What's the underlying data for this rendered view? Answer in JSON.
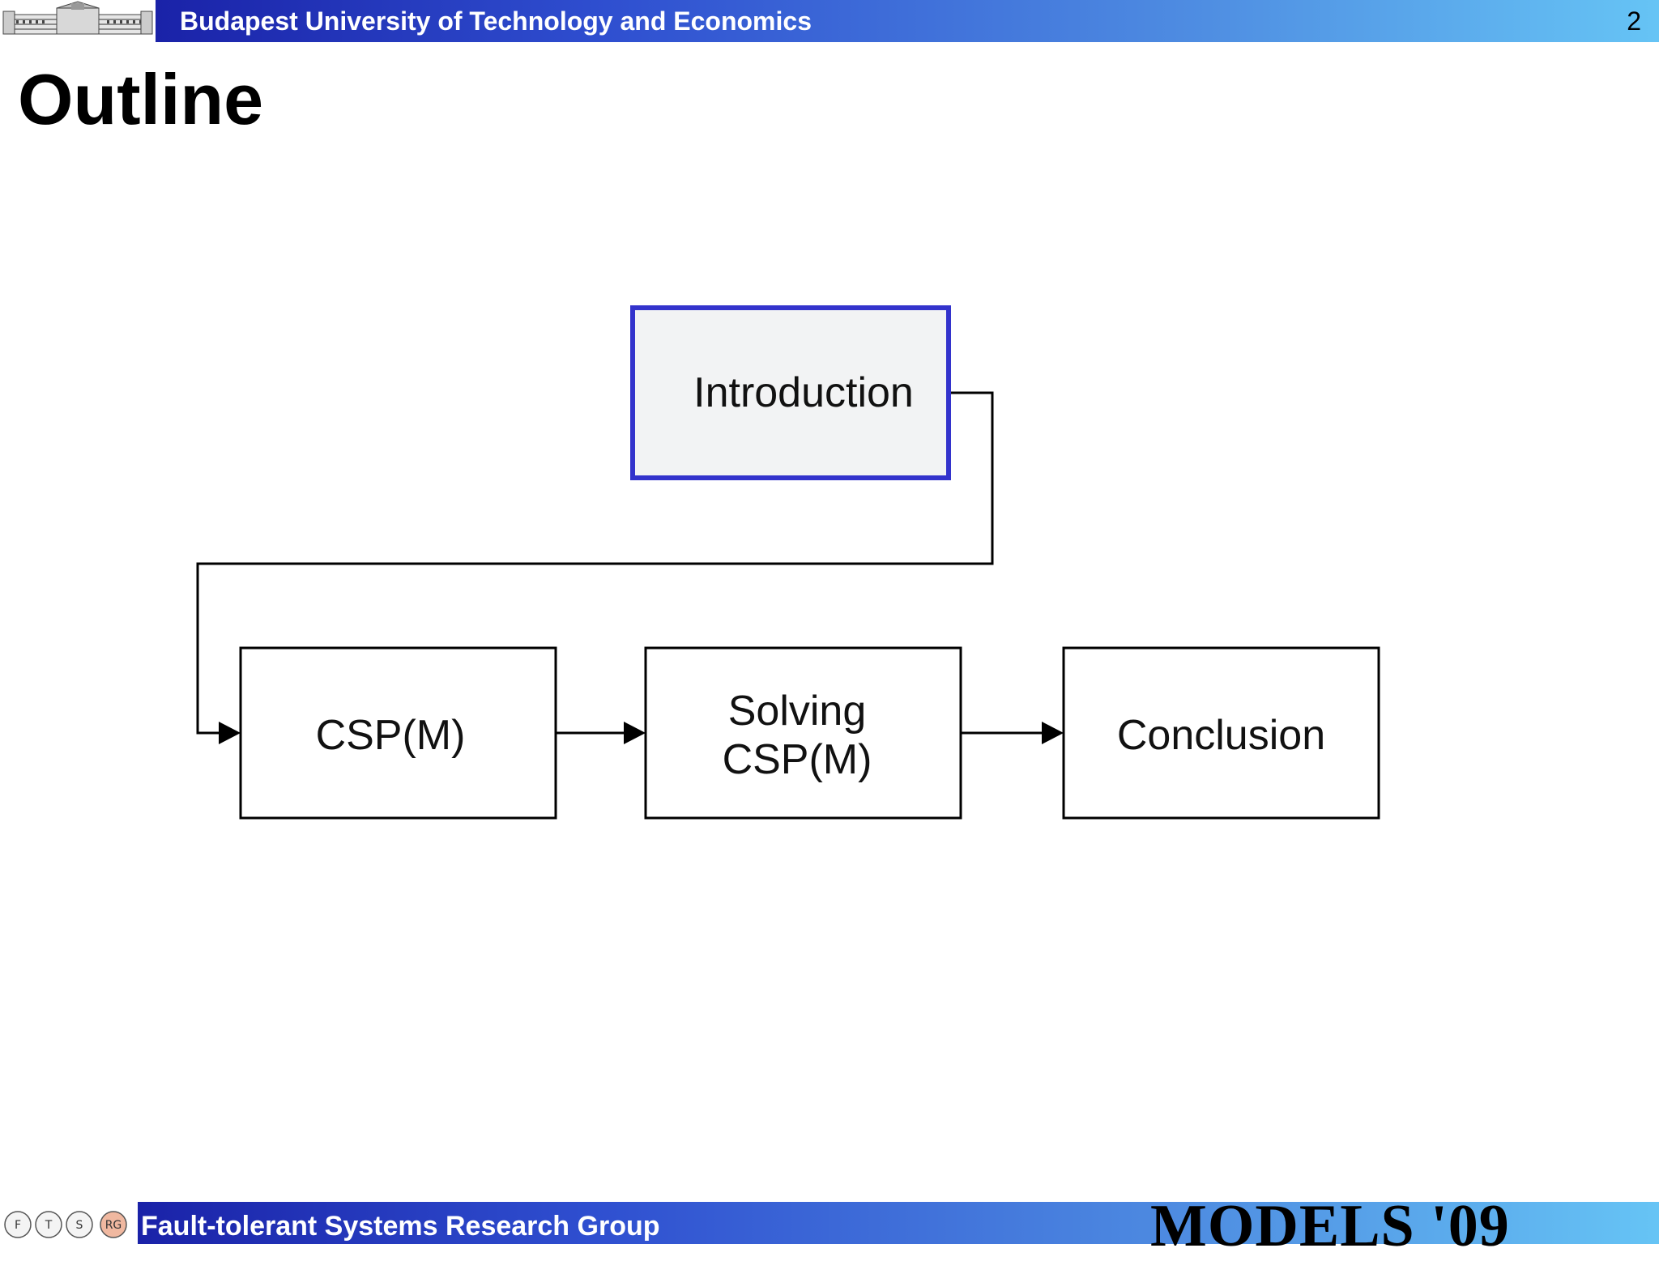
{
  "header": {
    "university": "Budapest University of Technology and Economics",
    "slide_number": "2"
  },
  "title": "Outline",
  "diagram": {
    "nodes": [
      {
        "id": "introduction",
        "label": "Introduction",
        "highlighted": true
      },
      {
        "id": "cspm",
        "label": "CSP(M)",
        "highlighted": false
      },
      {
        "id": "solving",
        "label_line1": "Solving",
        "label_line2": "CSP(M)",
        "highlighted": false
      },
      {
        "id": "conclusion",
        "label": "Conclusion",
        "highlighted": false
      }
    ],
    "edges": [
      {
        "from": "introduction",
        "to": "cspm"
      },
      {
        "from": "cspm",
        "to": "solving"
      },
      {
        "from": "solving",
        "to": "conclusion"
      }
    ],
    "highlight_color": "#3333cc",
    "highlight_fill": "#f2f2f2"
  },
  "footer": {
    "group": "Fault-tolerant Systems Research Group",
    "conference": "MODELS '09",
    "logo_letters": [
      "F",
      "T",
      "S",
      "RG"
    ]
  },
  "colors": {
    "band_start": "#1a22a8",
    "band_end": "#66c4f5"
  }
}
